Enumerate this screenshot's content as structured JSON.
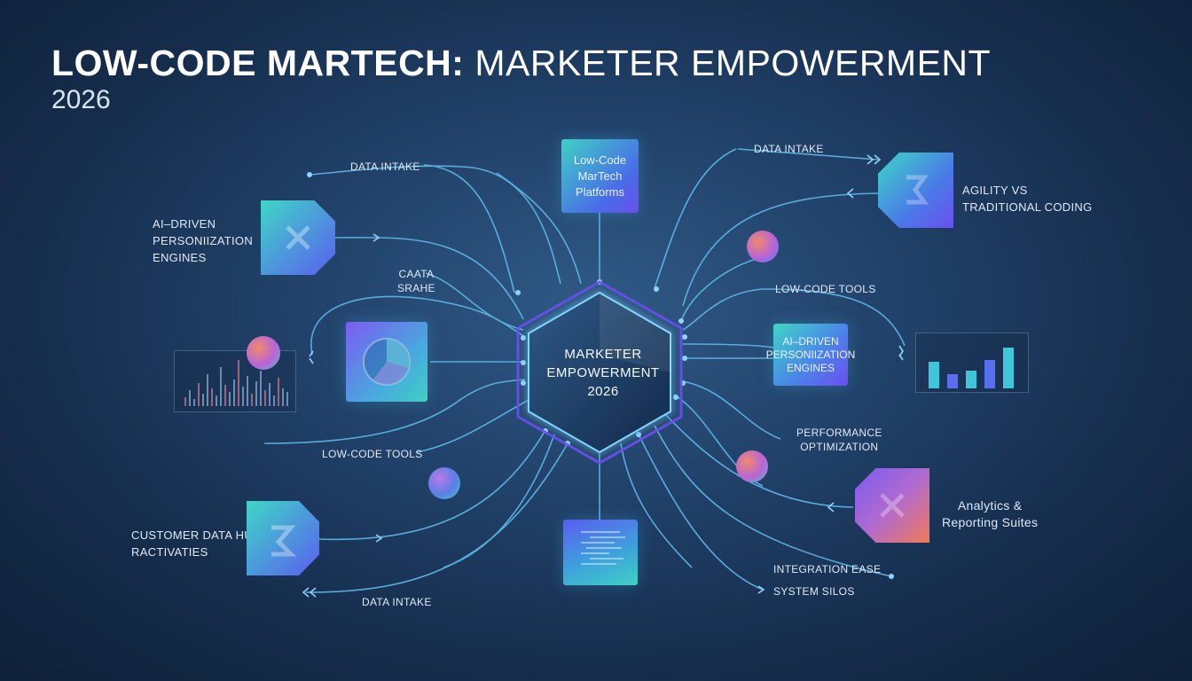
{
  "title": {
    "bold": "LOW-CODE MARTECH:",
    "rest": " MARKETER EMPOWERMENT",
    "year": "2026"
  },
  "center": {
    "line1": "MARKETER",
    "line2": "EMPOWERMENT",
    "line3": "2026"
  },
  "top_box": {
    "line1": "Low-Code",
    "line2": "MarTech",
    "line3": "Platforms"
  },
  "labels": {
    "data_intake_top_left": "DATA INTAKE",
    "ai_left": [
      "AI–DRIVEN",
      "PERSONIIZATION",
      "ENGINES"
    ],
    "caata": [
      "CAATA",
      "SRAHE"
    ],
    "low_code_tools_left": "LOW-CODE TOOLS",
    "customer_data": [
      "CUSTOMER DATA HUḃ",
      "RACTIVATIES"
    ],
    "data_intake_bottom": "DATA INTAKE",
    "data_intake_top_right": "DATA INTAKE",
    "agility": [
      "AGILITY VS",
      "TRADITIONAL CODING"
    ],
    "low_code_tools_right": "LOW-CODE TOOLS",
    "ai_right": [
      "AI–DRIVEN",
      "PERSONIIZATION",
      "ENGINES"
    ],
    "performance": [
      "PERFORMANCE",
      "OPTIMIZATION"
    ],
    "analytics": [
      "Analytics &",
      "Reporting Suites"
    ],
    "integration": "INTEGRATION EASE",
    "system_silos": "SYSTEM SILOS"
  },
  "colors": {
    "line": "#5fb8e8",
    "accent_purple": "#7b5cf0",
    "accent_teal": "#3ec6c0",
    "accent_orange": "#f07a55"
  },
  "icons": [
    "tag-icon",
    "pie-icon",
    "bar-chart-icon",
    "spike-chart-icon",
    "gradient-orb-icon",
    "code-lines-icon"
  ]
}
